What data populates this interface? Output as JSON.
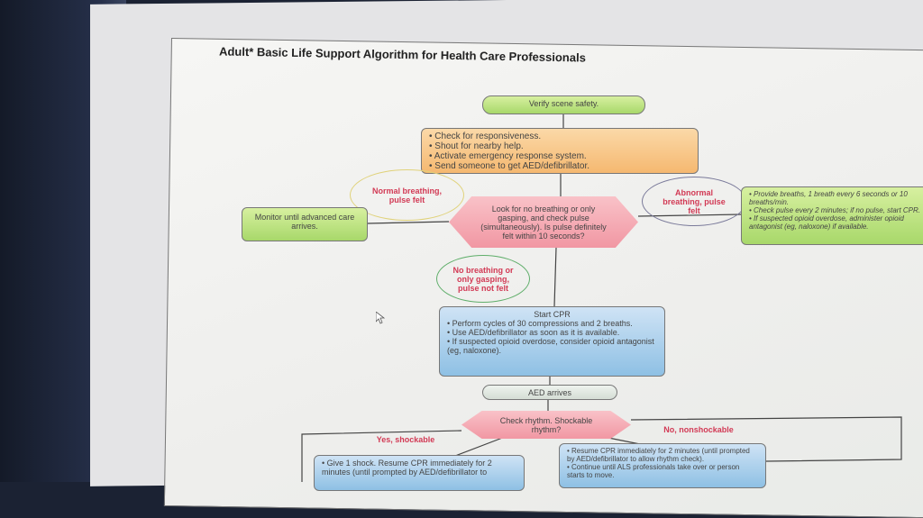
{
  "title": "Adult* Basic Life Support Algorithm for Health Care Professionals",
  "nodes": {
    "verify": "Verify scene safety.",
    "check": [
      "Check for responsiveness.",
      "Shout for nearby help.",
      "Activate emergency response system.",
      "Send someone to get AED/defibrillator."
    ],
    "normal": "Normal breathing, pulse felt",
    "monitor": "Monitor until advanced care arrives.",
    "look": "Look for no breathing or only gasping, and check pulse (simultaneously). Is pulse definitely felt within 10 seconds?",
    "abnormal": "Abnormal breathing, pulse felt",
    "breaths": [
      "Provide breaths, 1 breath every 6 seconds or 10 breaths/min.",
      "Check pulse every 2 minutes; if no pulse, start CPR.",
      "If suspected opioid overdose, administer opioid antagonist (eg, naloxone) if available."
    ],
    "nobreathing": "No breathing or only gasping, pulse not felt",
    "cpr_title": "Start CPR",
    "cpr": [
      "Perform cycles of 30 compressions and 2 breaths.",
      "Use AED/defibrillator as soon as it is available.",
      "If suspected opioid overdose, consider opioid antagonist (eg, naloxone)."
    ],
    "aed": "AED arrives",
    "rhythm": "Check rhythm. Shockable rhythm?",
    "yes": "Yes, shockable",
    "no": "No, nonshockable",
    "shock": "Give 1 shock. Resume CPR immediately for 2 minutes (until prompted by AED/defibrillator to",
    "resume": [
      "Resume CPR immediately for 2 minutes (until prompted by AED/defibrillator to allow rhythm check).",
      "Continue until ALS professionals take over or person starts to move."
    ]
  },
  "colors": {
    "green": "#a8d86a",
    "orange": "#f5b870",
    "pink": "#f197a3",
    "blue": "#8ec0e4",
    "label_red": "#d23a55"
  }
}
